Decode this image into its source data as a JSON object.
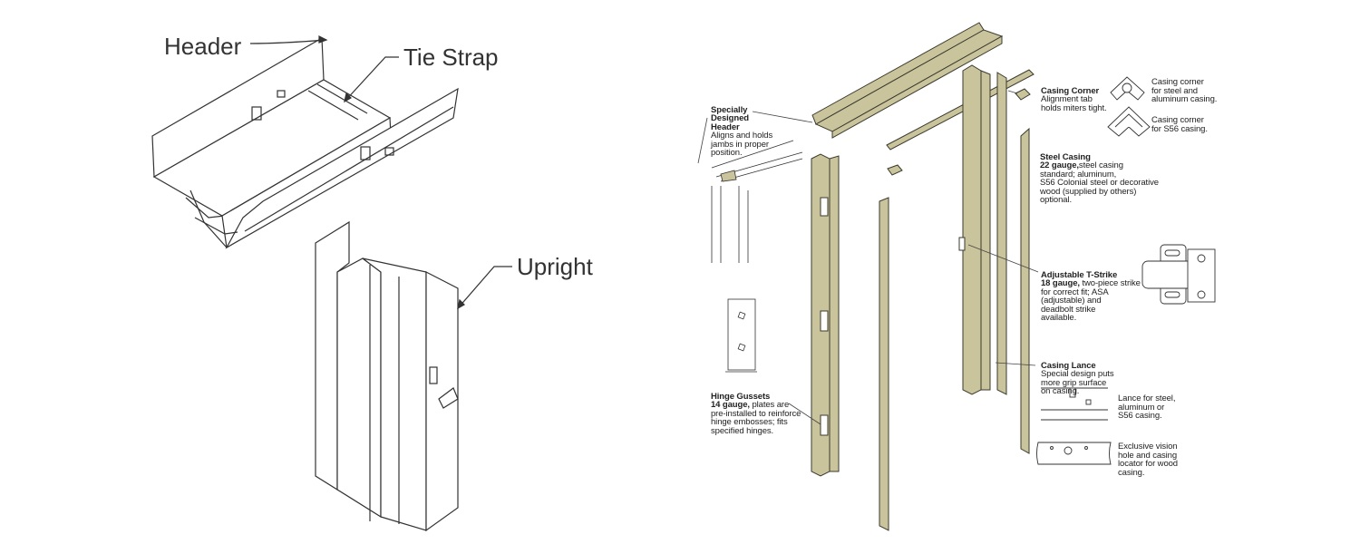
{
  "left_labels": {
    "header": "Header",
    "tie_strap": "Tie Strap",
    "upright": "Upright"
  },
  "callouts": {
    "specially_designed_header": {
      "title": "Specially\nDesigned\nHeader",
      "body": "Aligns and holds\njambs in proper\nposition."
    },
    "casing_corner": {
      "title": "Casing Corner",
      "body": "Alignment tab\nholds miters tight."
    },
    "casing_corner_steel": "Casing corner\nfor steel and\naluminum casing.",
    "casing_corner_s56": "Casing corner\nfor S56 casing.",
    "steel_casing": {
      "title": "Steel Casing",
      "gauge": "22 gauge,",
      "body": "steel casing\nstandard; aluminum,\nS56 Colonial steel or decorative\nwood (supplied by others)\noptional."
    },
    "t_strike": {
      "title": "Adjustable T-Strike",
      "gauge": "18 gauge,",
      "body": " two-piece strike\nfor correct fit; ASA\n(adjustable) and\ndeadbolt strike\navailable."
    },
    "casing_lance": {
      "title": "Casing Lance",
      "body": "Special design puts\nmore grip surface\non casing."
    },
    "lance_note": "Lance for steel,\naluminum or\nS56 casing.",
    "vision_hole_note": "Exclusive vision\nhole and casing\nlocator for wood\ncasing.",
    "hinge_gussets": {
      "title": "Hinge Gussets",
      "gauge": "14 gauge,",
      "body": " plates are\npre-installed to reinforce\nhinge embosses; fits\nspecified hinges."
    }
  },
  "colors": {
    "frame": "#c9c49c",
    "outline": "#3a3a2e",
    "line": "#333333"
  }
}
